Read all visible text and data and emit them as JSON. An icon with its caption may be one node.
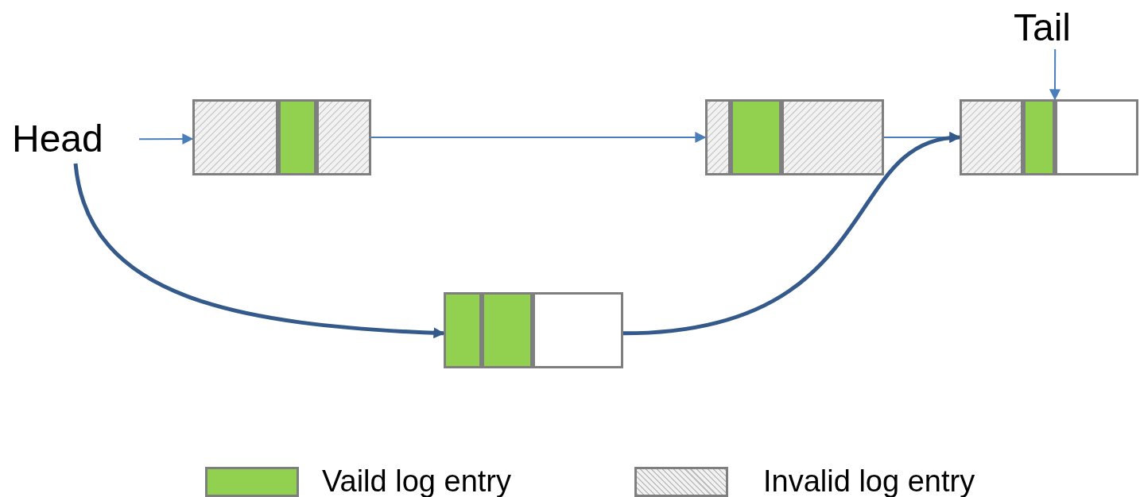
{
  "diagram": {
    "nodes": [
      {
        "text": [
          "Tail"
        ]
      },
      {
        "text": [
          "Head"
        ]
      },
      {
        "text": [],
        "shape": "box"
      },
      {
        "text": [],
        "shape": "box"
      },
      {
        "text": [],
        "shape": "box"
      },
      {
        "text": [],
        "shape": "box"
      }
    ],
    "edges": [
      {
        "from": 1,
        "to": 2,
        "arrow": "to"
      },
      {
        "from": 2,
        "to": 3,
        "arrow": "to"
      },
      {
        "from": 3,
        "to": 4,
        "arrow": "to"
      },
      {
        "from": 0,
        "to": 4,
        "arrow": "to"
      },
      {
        "from": 1,
        "to": 5,
        "arrow": "to",
        "style": "thick",
        "color": "#335a8a"
      },
      {
        "from": 5,
        "to": 4,
        "arrow": "to",
        "style": "thick",
        "color": "#335a8a"
      }
    ],
    "legend": [
      {
        "text": "Vaild log entry",
        "color": "#92d050"
      },
      {
        "text": "Invalid log entry"
      }
    ]
  }
}
